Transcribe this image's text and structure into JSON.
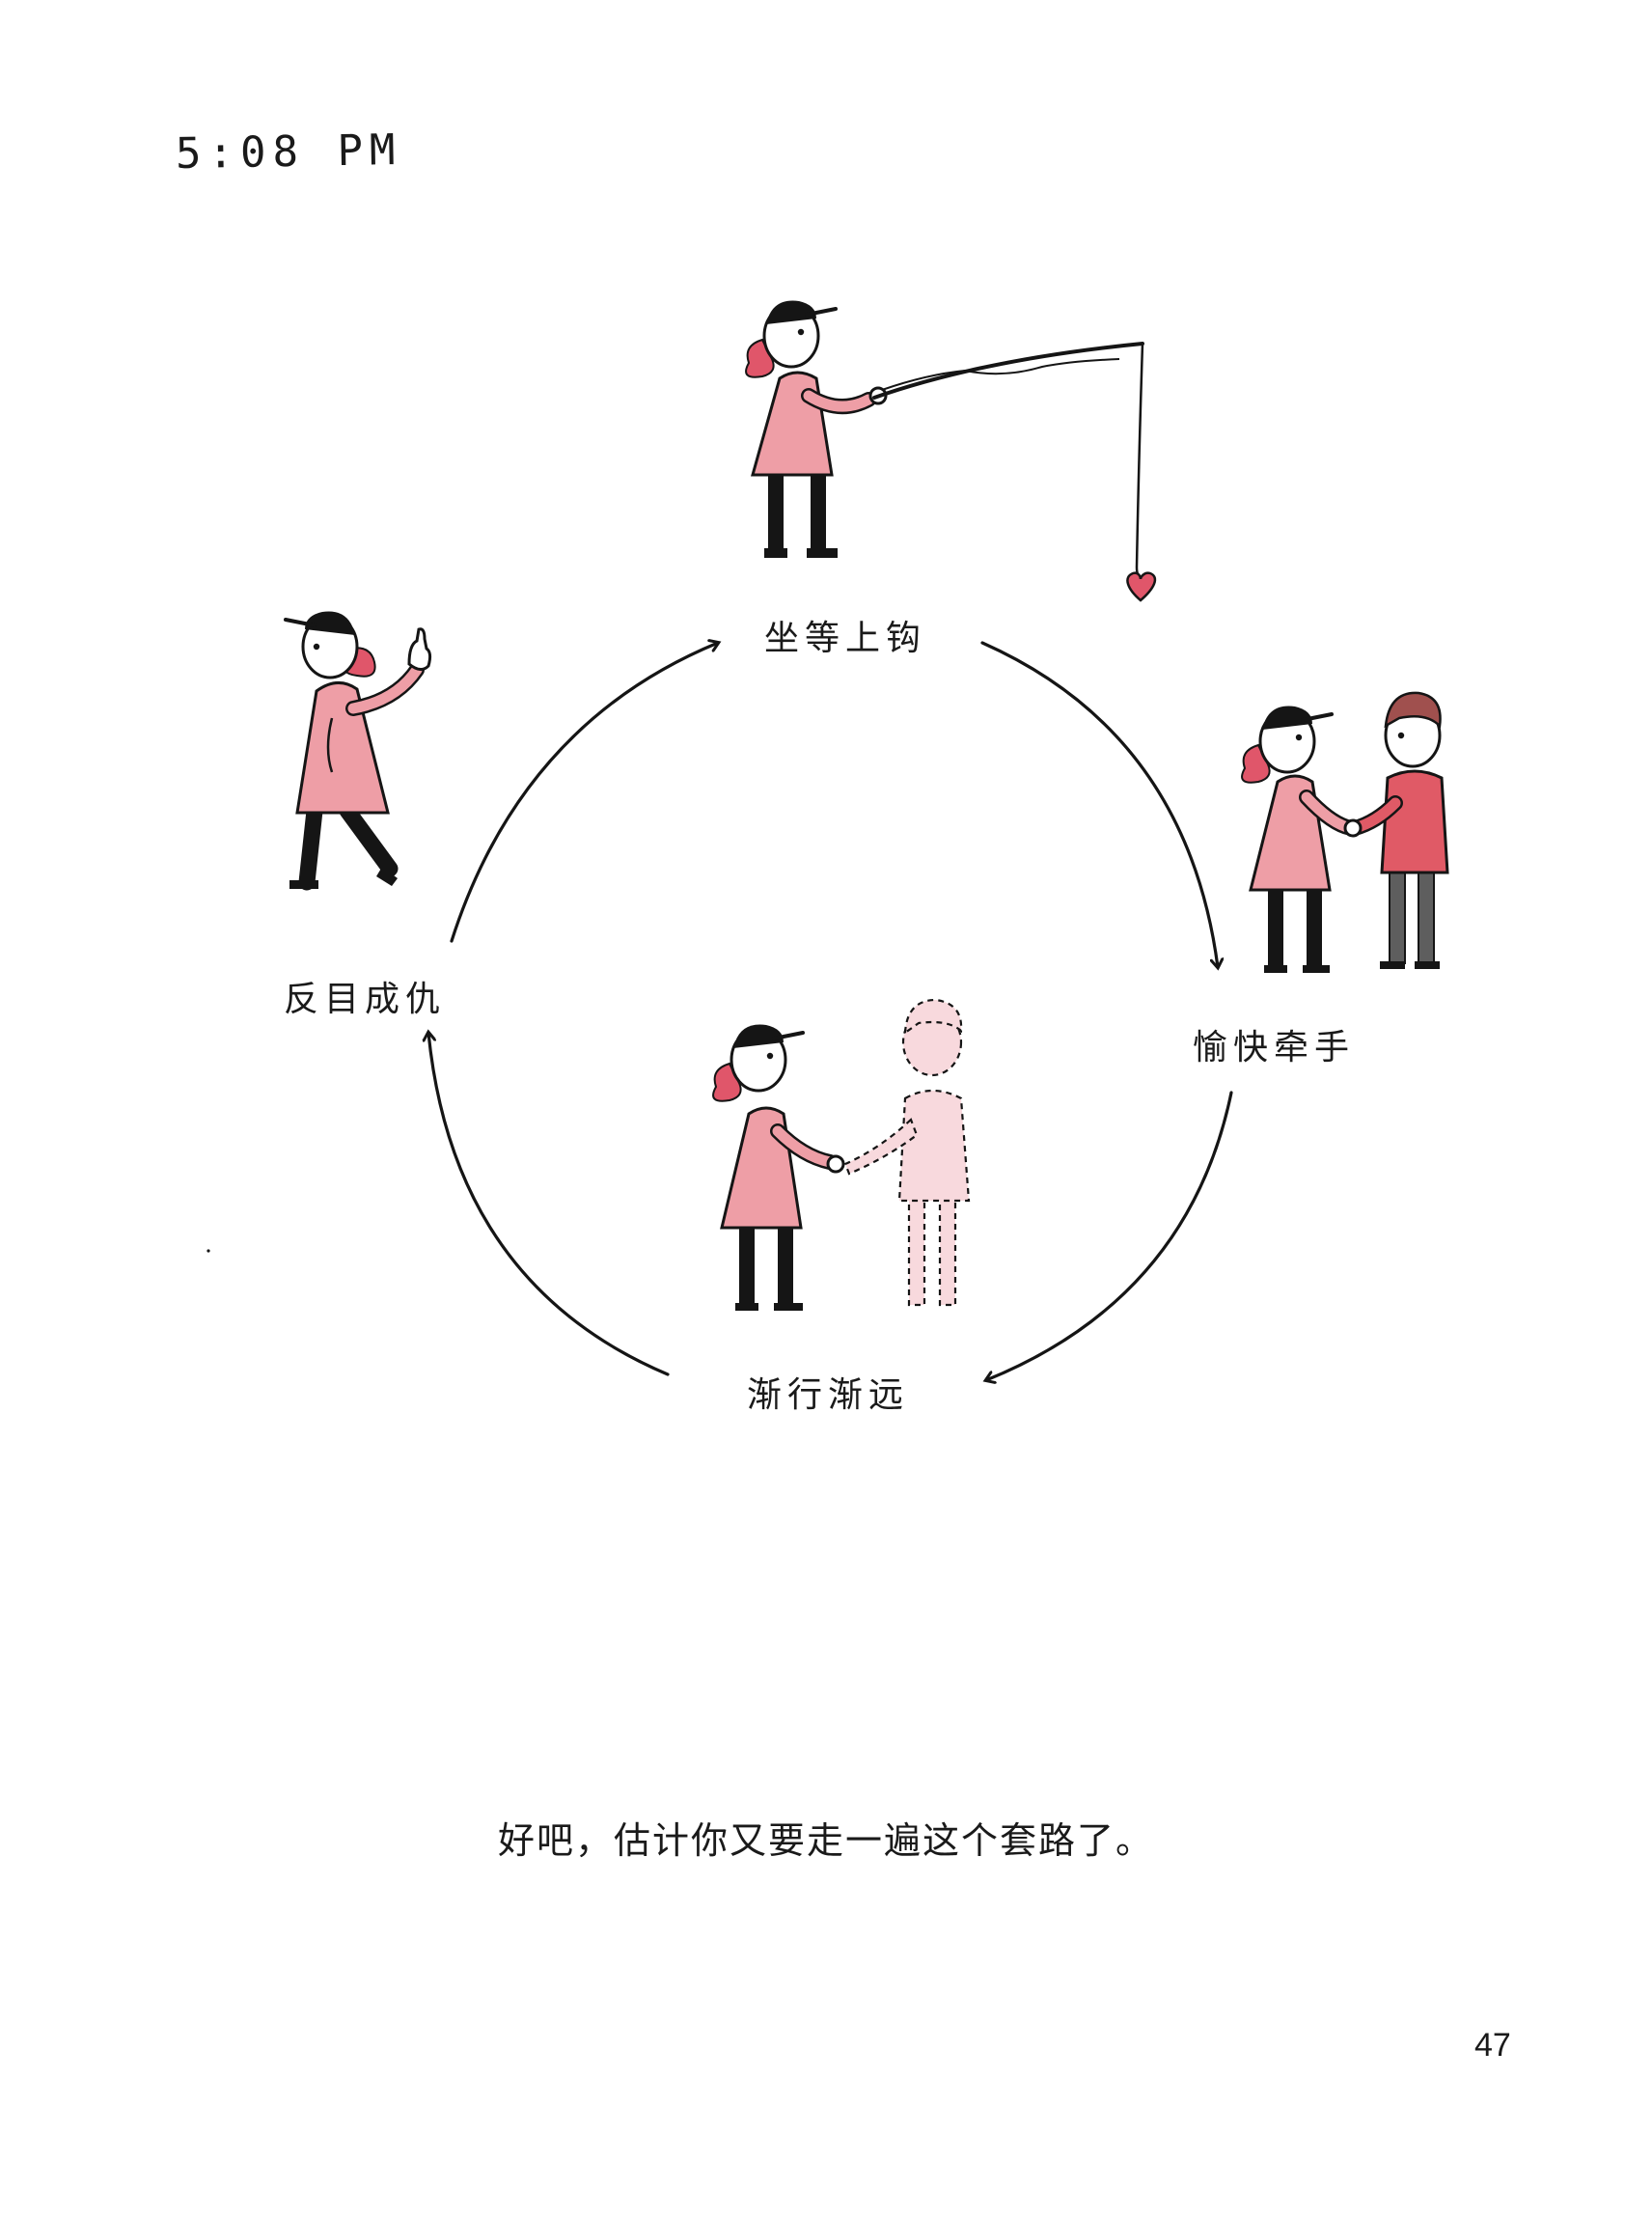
{
  "header": {
    "time": "5:08 PM"
  },
  "cycle": {
    "stages": [
      {
        "id": "waiting",
        "label": "坐等上钩"
      },
      {
        "id": "holding-hands",
        "label": "愉快牵手"
      },
      {
        "id": "drifting-apart",
        "label": "渐行渐远"
      },
      {
        "id": "falling-out",
        "label": "反目成仇"
      }
    ]
  },
  "caption": "好吧，估计你又要走一遍这个套路了。",
  "page_number": "47",
  "colors": {
    "pink": "#ee9ea6",
    "hair": "#e0566a",
    "red": "#e05a66",
    "brown_hair": "#a0504e",
    "gray_legs": "#5e5e5e",
    "faded": "#f8d9dd",
    "ink": "#151515"
  }
}
